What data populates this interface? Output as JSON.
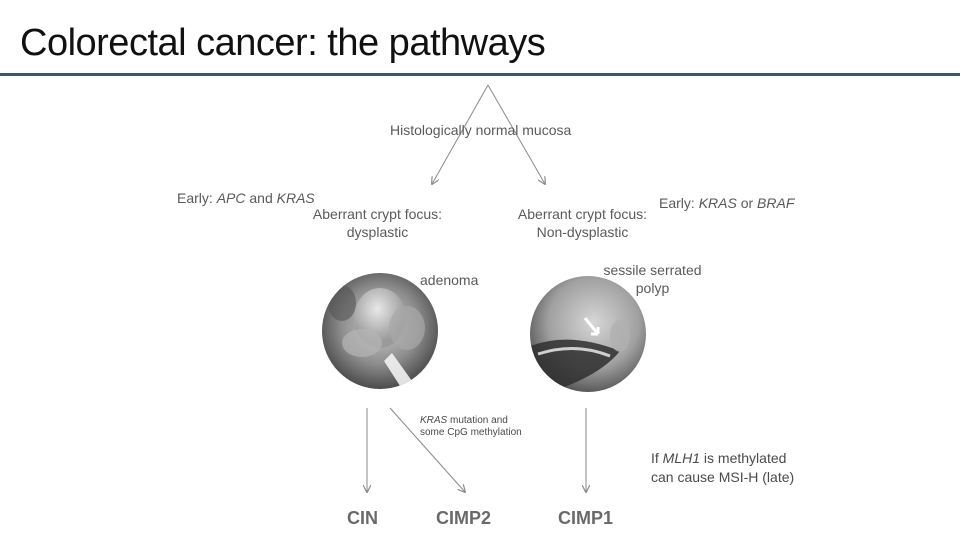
{
  "header": {
    "title": "Colorectal cancer: the pathways"
  },
  "diagram": {
    "root": "Histologically normal mucosa",
    "left_early": {
      "prefix": "Early: ",
      "gene1": "APC",
      "joiner": " and ",
      "gene2": "KRAS"
    },
    "right_early": {
      "prefix": "Early: ",
      "gene1": "KRAS",
      "joiner": " or ",
      "gene2": "BRAF"
    },
    "left_focus": {
      "line1": "Aberrant crypt focus:",
      "line2": "dysplastic"
    },
    "right_focus": {
      "line1": "Aberrant crypt focus:",
      "line2": "Non-dysplastic"
    },
    "left_lesion": "adenoma",
    "right_lesion": {
      "line1": "sessile serrated",
      "line2": "polyp"
    },
    "mid_note": {
      "gene": "KRAS",
      "line1_rest": " mutation and",
      "line2": "some CpG methylation"
    },
    "right_note": {
      "prefix": "If ",
      "gene": "MLH1",
      "line1_rest": " is methylated",
      "line2": "can cause MSI-H (late)"
    },
    "outcomes": [
      "CIN",
      "CIMP2",
      "CIMP1"
    ]
  },
  "colors": {
    "title_rule": "#3a5866",
    "arrow": "#8a8a8a",
    "text": "#5a5a5a"
  }
}
